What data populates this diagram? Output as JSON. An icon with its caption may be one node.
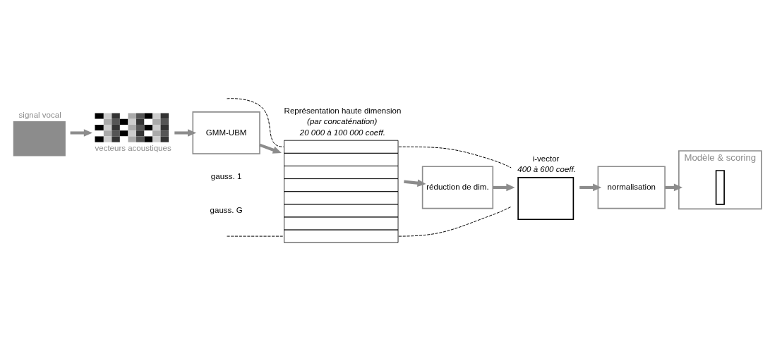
{
  "diagram": {
    "nodes": [
      {
        "text": [
          "signal vocal"
        ]
      },
      {
        "text": [
          "vecteurs acoustiques"
        ]
      },
      {
        "text": [
          "GMM-UBM"
        ]
      },
      {
        "text": [
          "Représentation haute dimension",
          "(par concaténation)",
          "20 000 à 100 000 coeff."
        ]
      },
      {
        "text": [
          "réduction de dim."
        ]
      },
      {
        "text": [
          "i-vector",
          "400 à 600 coeff."
        ]
      },
      {
        "text": [
          "normalisation"
        ]
      },
      {
        "text": [
          "Modèle & scoring"
        ]
      },
      {
        "text": [],
        "shape": "bar",
        "in": 7
      }
    ],
    "edges": [
      {
        "from": 0,
        "to": 1,
        "arrow": "to"
      },
      {
        "from": 1,
        "to": 2,
        "arrow": "to"
      },
      {
        "from": 2,
        "to": 3,
        "arrow": "to"
      },
      {
        "from": null,
        "to": 3,
        "arrow": "none",
        "style": "dashed",
        "color": "#000000"
      },
      {
        "from": null,
        "to": 3,
        "arrow": "none",
        "style": "dashed",
        "color": "#000000"
      },
      {
        "from": 3,
        "to": 4,
        "arrow": "to"
      },
      {
        "from": 3,
        "to": 5,
        "arrow": "none",
        "style": "dashed",
        "color": "#000000"
      },
      {
        "from": 3,
        "to": 5,
        "arrow": "none",
        "style": "dashed",
        "color": "#000000"
      },
      {
        "from": 4,
        "to": 5,
        "arrow": "to"
      },
      {
        "from": 5,
        "to": 6,
        "arrow": "to"
      },
      {
        "from": 6,
        "to": 7,
        "arrow": "to"
      }
    ],
    "labels": [
      "gauss. 1",
      "gauss. G"
    ]
  }
}
